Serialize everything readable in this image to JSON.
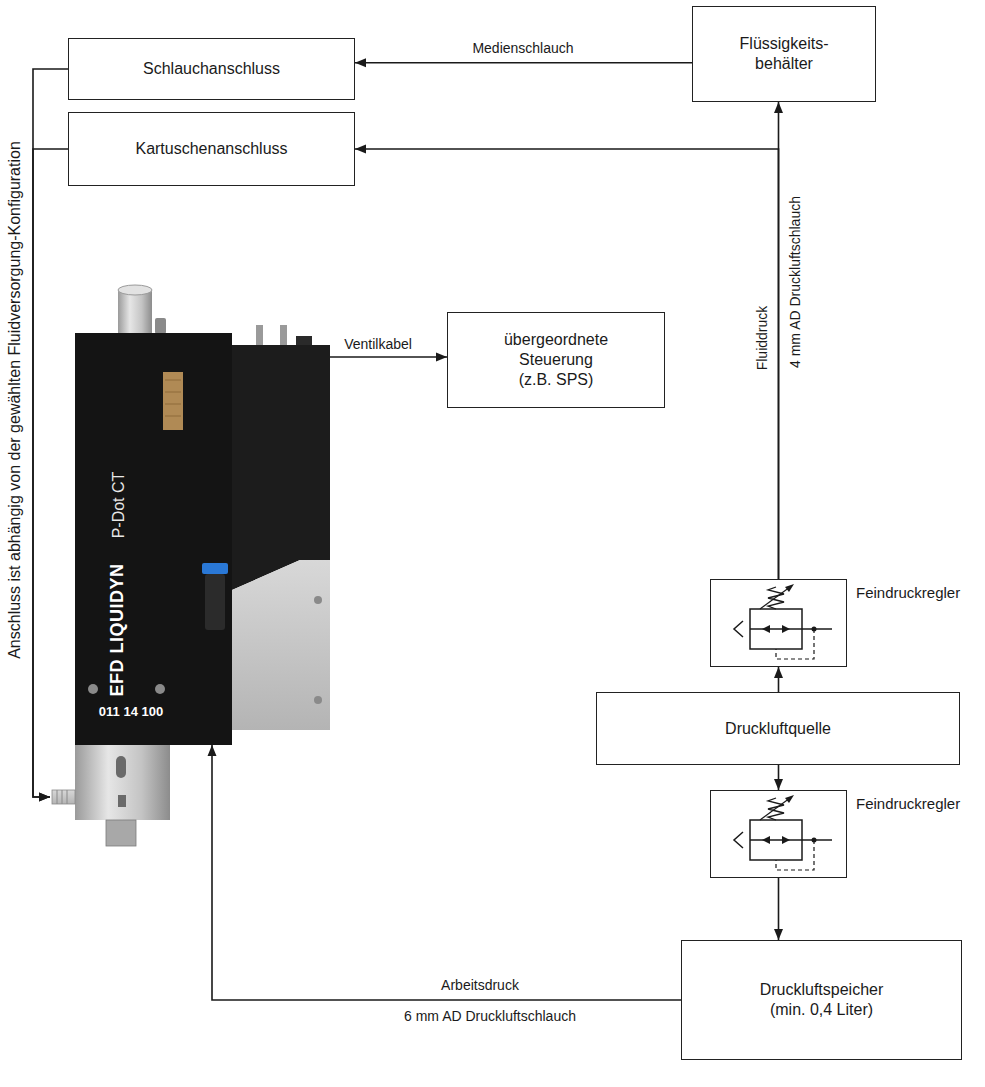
{
  "diagram": {
    "nodes": [
      {
        "text": [
          "Schlauchanschluss"
        ]
      },
      {
        "text": [
          "Flüssigkeits- behälter"
        ]
      },
      {
        "text": [
          "Kartuschenanschluss"
        ]
      },
      {
        "text": [
          "übergeordnete Steuerung (z.B. SPS)"
        ]
      },
      {
        "text": [
          "EFD LIQUIDYN",
          "P-Dot CT",
          "011 14 100"
        ]
      },
      {
        "text": [
          "Feindruckregler"
        ]
      },
      {
        "text": [
          "Druckluftquelle"
        ]
      },
      {
        "text": [
          "Feindruckregler"
        ]
      },
      {
        "text": [
          "Druckluftspeicher (min. 0,4 Liter)"
        ]
      }
    ],
    "edges": [
      {
        "from": 1,
        "to": 0,
        "label": "Medienschlauch",
        "arrow": "to"
      },
      {
        "from": 5,
        "to": 1,
        "label": "Fluiddruck",
        "arrow": "to"
      },
      {
        "from": 5,
        "to": 2,
        "arrow": "to"
      },
      {
        "from": 4,
        "to": 3,
        "label": "Ventilkabel",
        "arrow": "to"
      },
      {
        "from": 6,
        "to": 5,
        "arrow": "to"
      },
      {
        "from": 6,
        "to": 7,
        "arrow": "to"
      },
      {
        "from": 7,
        "to": 8,
        "arrow": "to"
      },
      {
        "from": 8,
        "to": 4,
        "label": "Arbeitsdruck",
        "arrow": "to"
      },
      {
        "from": 0,
        "to": 4,
        "arrow": "to"
      },
      {
        "from": 2,
        "to": 4,
        "arrow": "to"
      }
    ],
    "labels": [
      "Anschluss ist abhängig von der gewählten Fluidversorgung-Konfiguration",
      "4 mm AD Druckluftschlauch",
      "6 mm AD Druckluftschlauch"
    ]
  }
}
